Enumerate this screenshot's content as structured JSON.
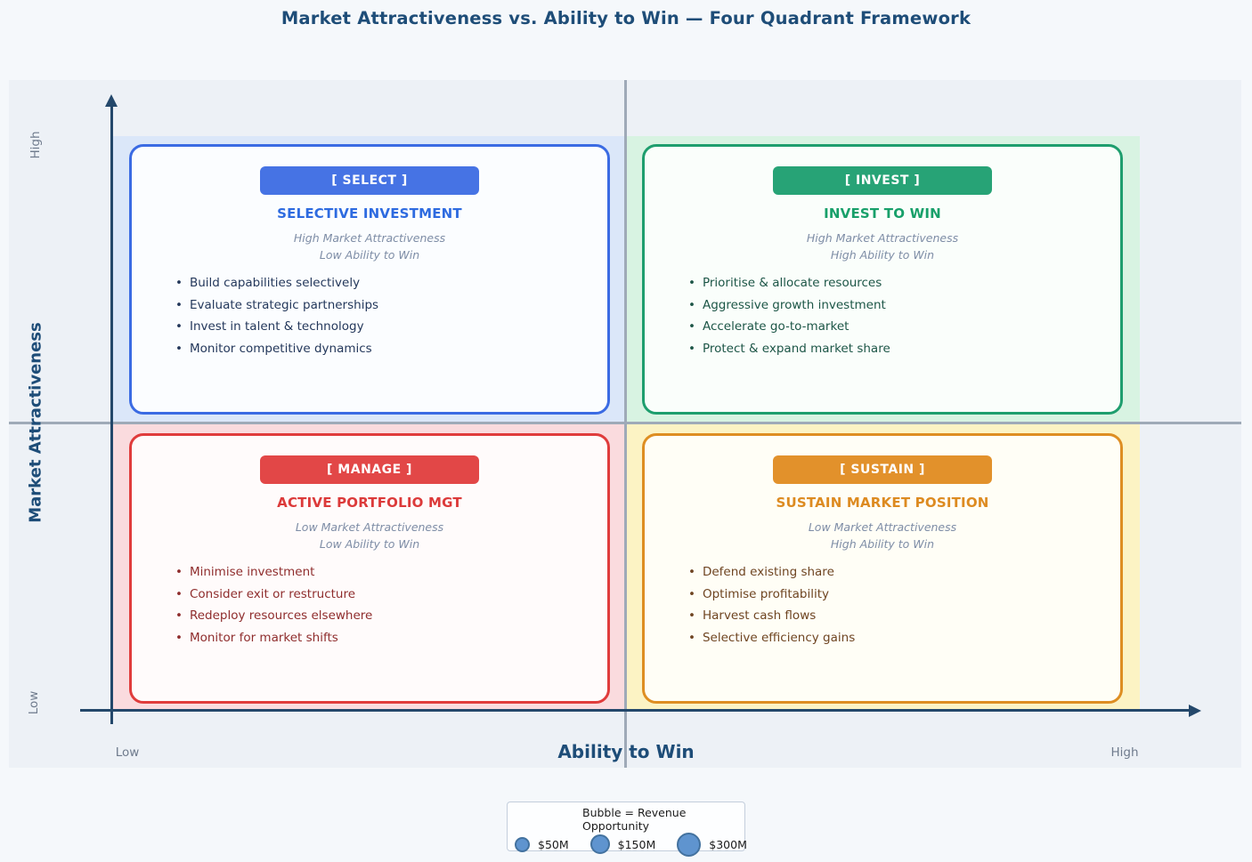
{
  "title": "Market Attractiveness vs. Ability to Win — Four Quadrant Framework",
  "glyphs": {
    "bullet": "•"
  },
  "theme": {
    "page_background": "#f5f8fb",
    "panel_background": "#edf1f6",
    "title_color": "#1e4d78",
    "axis_color": "#24486b",
    "divider_color": "#9faab8",
    "muted_label_color": "#6f7b8d",
    "subtitle_color": "#7e8da6"
  },
  "axes": {
    "x": {
      "label": "Ability to Win",
      "low": "Low",
      "high": "High"
    },
    "y": {
      "label": "Market Attractiveness",
      "low": "Low",
      "high": "High"
    }
  },
  "quadrants": [
    {
      "position": "top-left",
      "badge": "[ SELECT ]",
      "title": "SELECTIVE INVESTMENT",
      "subtitle_line1": "High Market Attractiveness",
      "subtitle_line2": "Low Ability to Win",
      "bullets": [
        "Build capabilities selectively",
        "Evaluate strategic partnerships",
        "Invest in talent & technology",
        "Monitor competitive dynamics"
      ],
      "colors": {
        "badge": "#4673e4",
        "title": "#2e6be0",
        "border": "#3b6be3",
        "background": "#dbe7f9",
        "text": "#24385b"
      }
    },
    {
      "position": "top-right",
      "badge": "[ INVEST ]",
      "title": "INVEST TO WIN",
      "subtitle_line1": "High Market Attractiveness",
      "subtitle_line2": "High Ability to Win",
      "bullets": [
        "Prioritise & allocate resources",
        "Aggressive growth investment",
        "Accelerate go-to-market",
        "Protect & expand market share"
      ],
      "colors": {
        "badge": "#27a376",
        "title": "#18a06a",
        "border": "#1e9e6e",
        "background": "#d8f3e2",
        "text": "#1d5647"
      }
    },
    {
      "position": "bottom-left",
      "badge": "[ MANAGE ]",
      "title": "ACTIVE PORTFOLIO MGT",
      "subtitle_line1": "Low Market Attractiveness",
      "subtitle_line2": "Low Ability to Win",
      "bullets": [
        "Minimise investment",
        "Consider exit or restructure",
        "Redeploy resources elsewhere",
        "Monitor for market shifts"
      ],
      "colors": {
        "badge": "#e24747",
        "title": "#dc3a3a",
        "border": "#e03c3c",
        "background": "#fadbde",
        "text": "#8f2d2d"
      }
    },
    {
      "position": "bottom-right",
      "badge": "[ SUSTAIN ]",
      "title": "SUSTAIN MARKET POSITION",
      "subtitle_line1": "Low Market Attractiveness",
      "subtitle_line2": "High Ability to Win",
      "bullets": [
        "Defend existing share",
        "Optimise profitability",
        "Harvest cash flows",
        "Selective efficiency gains"
      ],
      "colors": {
        "badge": "#e2912b",
        "title": "#dd8b21",
        "border": "#de8e22",
        "background": "#fcf3c4",
        "text": "#6f4522"
      }
    }
  ],
  "legend": {
    "title_line1": "Bubble = Revenue",
    "title_line2": "Opportunity",
    "bubble_color": "#5f94cf",
    "items": [
      {
        "label": "$50M",
        "size": "small"
      },
      {
        "label": "$150M",
        "size": "medium"
      },
      {
        "label": "$300M",
        "size": "large"
      }
    ]
  }
}
